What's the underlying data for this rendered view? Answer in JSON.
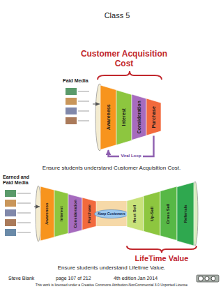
{
  "diagram": {
    "title": "Class 5",
    "nodes": [
      {
        "text": [
          "Paid Media"
        ]
      },
      {
        "text": [
          "Awareness"
        ]
      },
      {
        "text": [
          "Interest"
        ]
      },
      {
        "text": [
          "Consideration"
        ]
      },
      {
        "text": [
          "Purchase"
        ]
      },
      {
        "text": [
          "Earned and Paid Media"
        ]
      },
      {
        "text": [
          "Awareness"
        ]
      },
      {
        "text": [
          "Interest"
        ]
      },
      {
        "text": [
          "Consideration"
        ]
      },
      {
        "text": [
          "Purchase"
        ]
      },
      {
        "text": [
          "Keep Customers"
        ]
      },
      {
        "text": [
          "Next Sell"
        ]
      },
      {
        "text": [
          "Up-Sell"
        ]
      },
      {
        "text": [
          "Cross Sell"
        ]
      },
      {
        "text": [
          "Referrals"
        ]
      }
    ],
    "edges": [
      {
        "from": 0,
        "to": 1,
        "arrow": "to"
      },
      {
        "from": 4,
        "to": 1,
        "label": "Viral Loop",
        "arrow": "to"
      },
      {
        "from": 5,
        "to": 6,
        "arrow": "to"
      }
    ],
    "labels": [
      "Customer Acquisition Cost",
      "Ensure students understand Customer Acquisition Cost.",
      "LifeTime Value",
      "Ensure students understand Lifetime Value.",
      "Steve Blank",
      "page 107 of 212",
      "4th edition Jan 2014",
      "This work is licensed under a Creative Commons Attribution-NonCommercial 3.0 Unported License"
    ]
  }
}
